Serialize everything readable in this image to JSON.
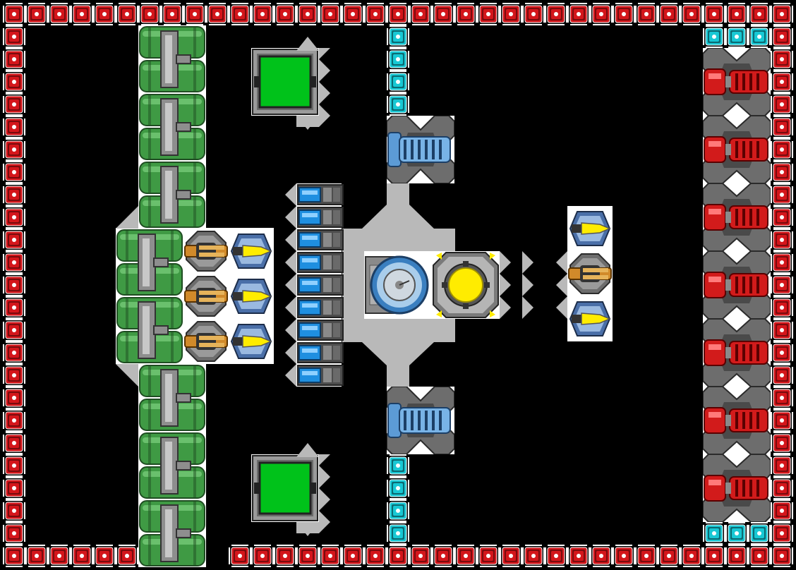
{
  "colors": {
    "background": "#000000",
    "border_armor_red": "#d4161b",
    "armor_cyan": "#18c8d4",
    "hull_grey": "#b9b9b9",
    "green_panel": "#00c21a",
    "yellow_core": "#ffec00",
    "green_pipe": "#3f9a44",
    "orange_turret": "#d18a2a",
    "blue_cell": "#1f8fe0",
    "red_cannon": "#d21b1b"
  },
  "modules": {
    "perimeter": "red-armor-block",
    "cyan_armor": "cyan-armor-block",
    "core": "reactor-core",
    "hangar_panels": "green-hangar-panel",
    "tanks": "green-fuel-tank",
    "missile_turret": "orange-missile-turret",
    "yellow_launcher": "yellow-plasma-launcher",
    "battery": "blue-battery-cell",
    "blue_thruster": "blue-engine-thruster",
    "red_cannon": "red-heavy-cannon",
    "shield_dome": "shield-generator"
  }
}
